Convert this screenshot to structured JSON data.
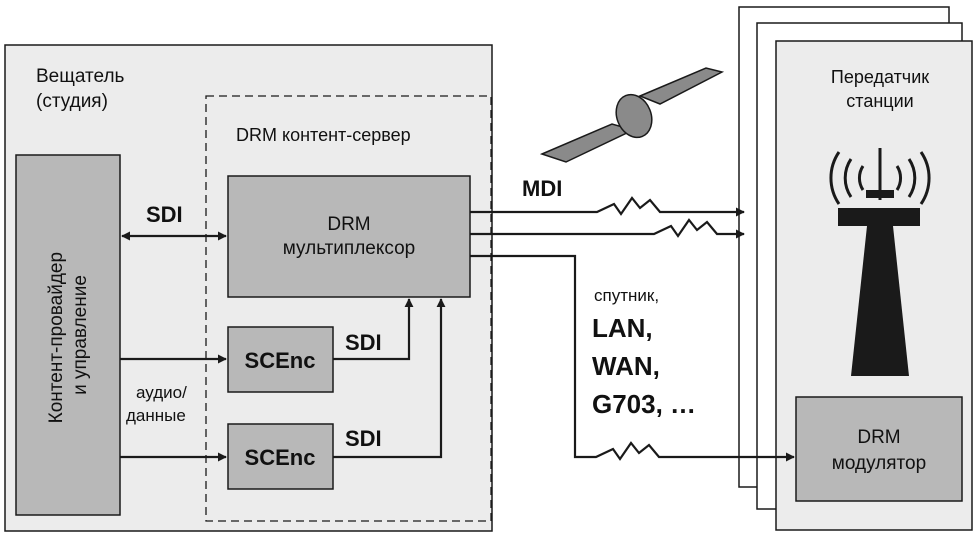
{
  "colors": {
    "panel_fill": "#ececec",
    "box_fill": "#b8b8b8",
    "satellite_fill": "#8a8a8a",
    "stroke": "#1a1a1a"
  },
  "broadcaster": {
    "line1": "Вещатель",
    "line2": "(студия)"
  },
  "content_server": {
    "label": "DRM контент-сервер"
  },
  "content_provider": {
    "line1": "Контент-провайдер",
    "line2": "и управление"
  },
  "multiplexer": {
    "line1": "DRM",
    "line2": "мультиплексор"
  },
  "encoder_top": {
    "label": "SCEnc"
  },
  "encoder_bottom": {
    "label": "SCEnc"
  },
  "labels": {
    "sdi_main": "SDI",
    "sdi_enc_top": "SDI",
    "sdi_enc_bottom": "SDI",
    "mdi": "MDI",
    "audio_data_line1": "аудио/",
    "audio_data_line2": "данные"
  },
  "links": {
    "line1": "спутник,",
    "line2": "LAN,",
    "line3": "WAN,",
    "line4": "G703, …"
  },
  "transmitter": {
    "line1": "Передатчик",
    "line2": "станции"
  },
  "modulator": {
    "line1": "DRM",
    "line2": "модулятор"
  },
  "icons": [
    "satellite-icon",
    "radio-tower-icon",
    "lightning-link-icon"
  ]
}
